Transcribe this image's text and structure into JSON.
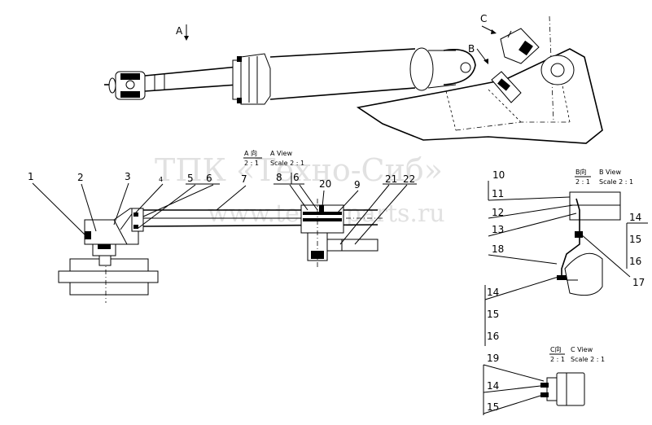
{
  "watermark": {
    "line1": "ТПК «Техно-Сиб»",
    "line2": "www.tehnoparts.ru"
  },
  "top_view": {
    "arrow_a": "A",
    "arrow_b": "B",
    "arrow_c": "C"
  },
  "view_a": {
    "cn": "A 向",
    "scale_ratio": "2 : 1",
    "title": "A View",
    "scale": "Scale  2 : 1"
  },
  "view_b": {
    "cn": "B向",
    "scale_ratio": "2 : 1",
    "title": "B View",
    "scale": "Scale  2 : 1"
  },
  "view_c": {
    "cn": "C向",
    "scale_ratio": "2 : 1",
    "title": "C View",
    "scale": "Scale  2 : 1"
  },
  "part_labels_main": [
    "1",
    "2",
    "3",
    "4",
    "5",
    "6",
    "7",
    "8",
    "6",
    "20",
    "9",
    "21",
    "22"
  ],
  "part_labels_b": [
    "10",
    "11",
    "12",
    "13",
    "18",
    "14",
    "15",
    "16",
    "17",
    "14",
    "15",
    "16"
  ],
  "part_labels_c": [
    "19",
    "14",
    "15"
  ]
}
